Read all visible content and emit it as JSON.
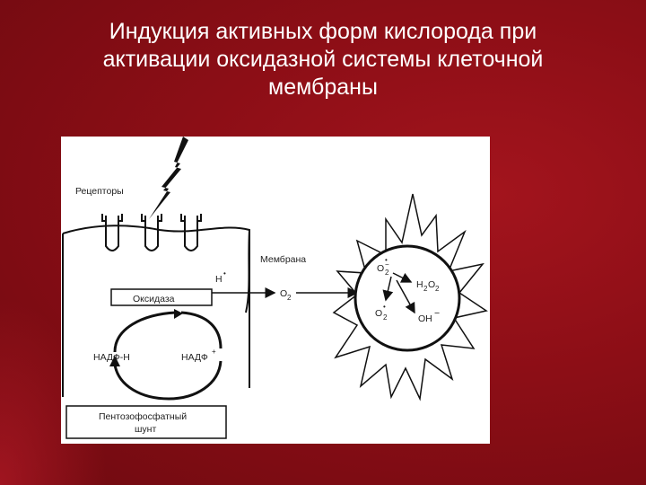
{
  "slide": {
    "title_line1": "Индукция активных форм кислорода при",
    "title_line2": "активации оксидазной системы клеточной",
    "title_line3": "мембраны"
  },
  "diagram": {
    "receptors": "Рецепторы",
    "membrane": "Мембрана",
    "h_radical": "H",
    "h_dot": "•",
    "oxidase": "Оксидаза",
    "o2": "O",
    "o2_sub": "2",
    "nadph": "НАДФ-Н",
    "nadp": "НАДФ",
    "nadp_sup": "+",
    "pentose_line1": "Пентозофосфатный",
    "pentose_line2": "шунт",
    "superoxide": "O",
    "superoxide_sub": "2",
    "superoxide_sup": "•",
    "superoxide_minus": "−",
    "h2o2_h": "H",
    "h2o2_sub1": "2",
    "h2o2_o": "O",
    "h2o2_sub2": "2",
    "singlet_o": "O",
    "singlet_sub": "2",
    "singlet_sup": "•",
    "hydroxyl": "OH",
    "hydroxyl_sup": "−"
  }
}
